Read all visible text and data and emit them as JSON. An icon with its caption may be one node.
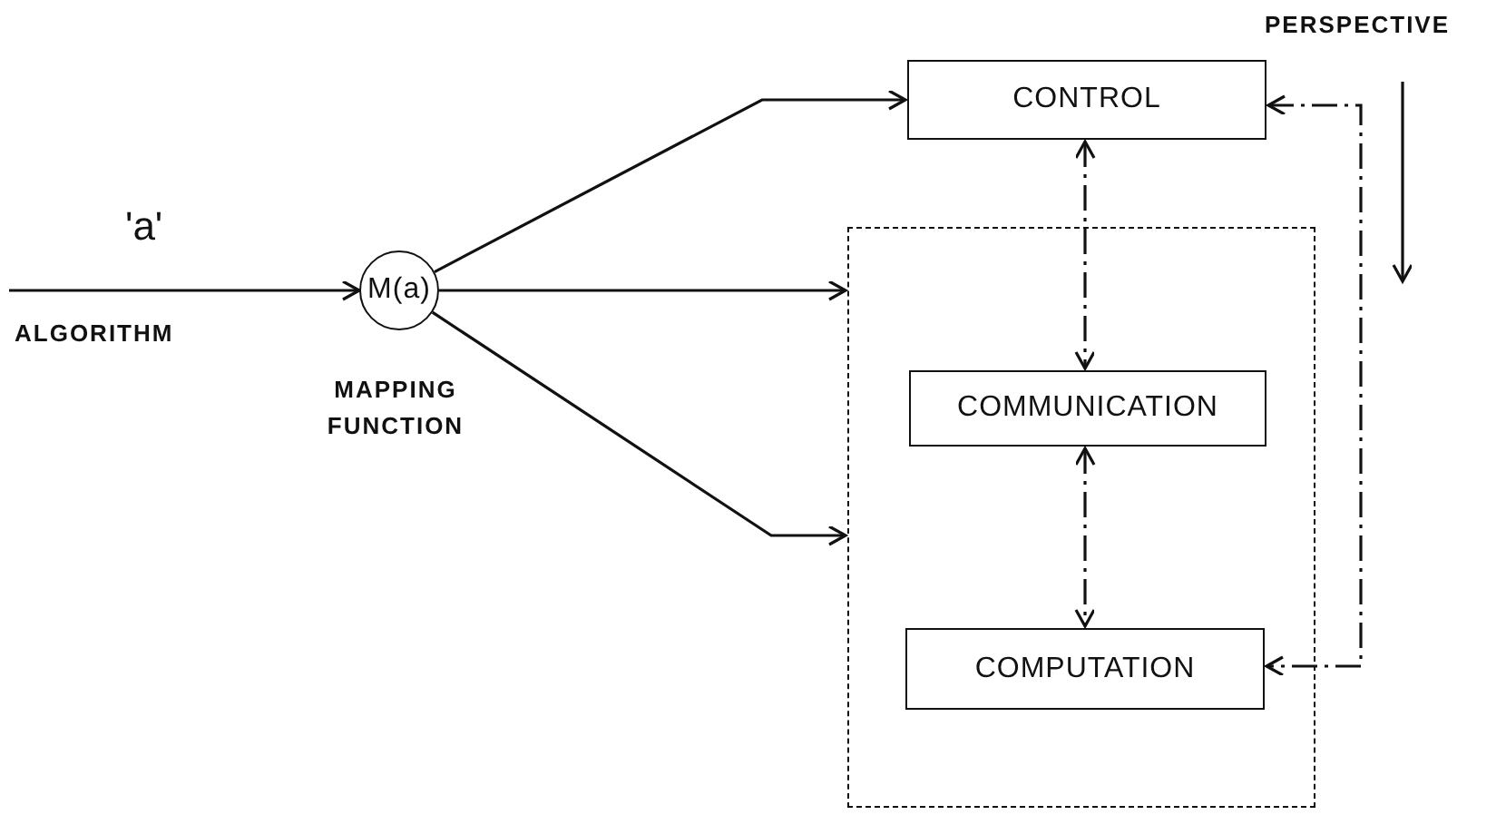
{
  "diagram": {
    "nodes": [
      {
        "text": [
          "M(a)"
        ],
        "beside": [
          "MAPPING FUNCTION"
        ]
      },
      {
        "text": [
          "CONTROL"
        ]
      },
      {
        "text": [],
        "shape": "box"
      },
      {
        "text": [
          "COMMUNICATION"
        ],
        "in": 2
      },
      {
        "text": [
          "COMPUTATION"
        ],
        "in": 2
      }
    ],
    "edges": [
      {
        "from": null,
        "to": 0,
        "arrow": "to",
        "label": "'a'"
      },
      {
        "from": 0,
        "to": 1,
        "arrow": "to"
      },
      {
        "from": 0,
        "to": 2,
        "arrow": "to"
      },
      {
        "from": 0,
        "to": 2,
        "arrow": "to"
      },
      {
        "from": 1,
        "to": 3,
        "arrow": "both",
        "style": "dashed"
      },
      {
        "from": 3,
        "to": 4,
        "arrow": "both",
        "style": "dashed"
      },
      {
        "from": 1,
        "to": 4,
        "arrow": "both",
        "style": "dashed"
      }
    ],
    "labels": [
      "ALGORITHM",
      "PERSPECTIVE"
    ]
  }
}
